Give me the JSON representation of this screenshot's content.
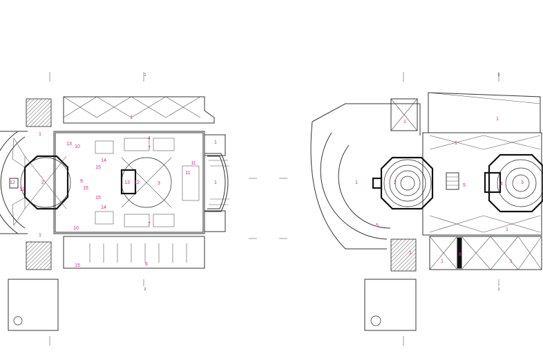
{
  "plans": [
    {
      "id": "left",
      "room_labels": [
        {
          "text": "1"
        },
        {
          "text": "1"
        },
        {
          "text": "1"
        },
        {
          "text": "1"
        },
        {
          "text": "1"
        },
        {
          "text": "2"
        },
        {
          "text": "3"
        },
        {
          "text": "4"
        },
        {
          "text": "6"
        },
        {
          "text": "7"
        },
        {
          "text": "7"
        },
        {
          "text": "9"
        },
        {
          "text": "10"
        },
        {
          "text": "10"
        },
        {
          "text": "11"
        },
        {
          "text": "12"
        },
        {
          "text": "12"
        },
        {
          "text": "13"
        },
        {
          "text": "13"
        },
        {
          "text": "14"
        },
        {
          "text": "14"
        },
        {
          "text": "15"
        },
        {
          "text": "15"
        },
        {
          "text": "15"
        },
        {
          "text": "15"
        },
        {
          "text": "11"
        },
        {
          "text": "12"
        }
      ],
      "section_marks": [
        {
          "text": "2"
        },
        {
          "text": "1"
        }
      ]
    },
    {
      "id": "right",
      "room_labels": [
        {
          "text": "1"
        },
        {
          "text": "1"
        },
        {
          "text": "1"
        },
        {
          "text": "1"
        },
        {
          "text": "1"
        },
        {
          "text": "1"
        },
        {
          "text": "1"
        },
        {
          "text": "1"
        },
        {
          "text": "2"
        },
        {
          "text": "3"
        },
        {
          "text": "4"
        },
        {
          "text": "5"
        },
        {
          "text": "5"
        },
        {
          "text": "8"
        }
      ],
      "section_marks": [
        {
          "text": "2"
        },
        {
          "text": "2"
        }
      ]
    }
  ],
  "colors": {
    "label": "#e0208c",
    "line": "#333333"
  }
}
